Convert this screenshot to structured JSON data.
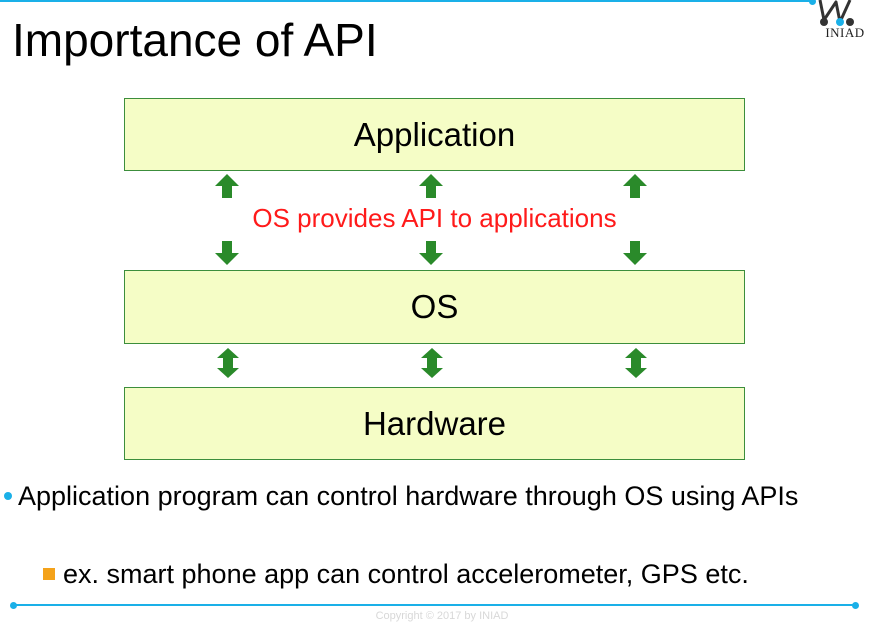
{
  "title": "Importance of API",
  "logo": {
    "text": "INIAD"
  },
  "diagram": {
    "boxes": {
      "application": "Application",
      "os": "OS",
      "hardware": "Hardware"
    },
    "api_label": "OS provides API to applications"
  },
  "bullets": {
    "main": "Application program can control hardware through OS using APIs",
    "sub": "ex. smart phone app can control accelerometer, GPS etc."
  },
  "footer": "Copyright © 2017 by INIAD",
  "colors": {
    "accent": "#1ab0e8",
    "box_fill": "#f5fdc6",
    "box_border": "#3c8e3c",
    "arrow": "#2a8a2a",
    "api_text": "#ff1a1a",
    "sub_bullet": "#f4a21a"
  }
}
